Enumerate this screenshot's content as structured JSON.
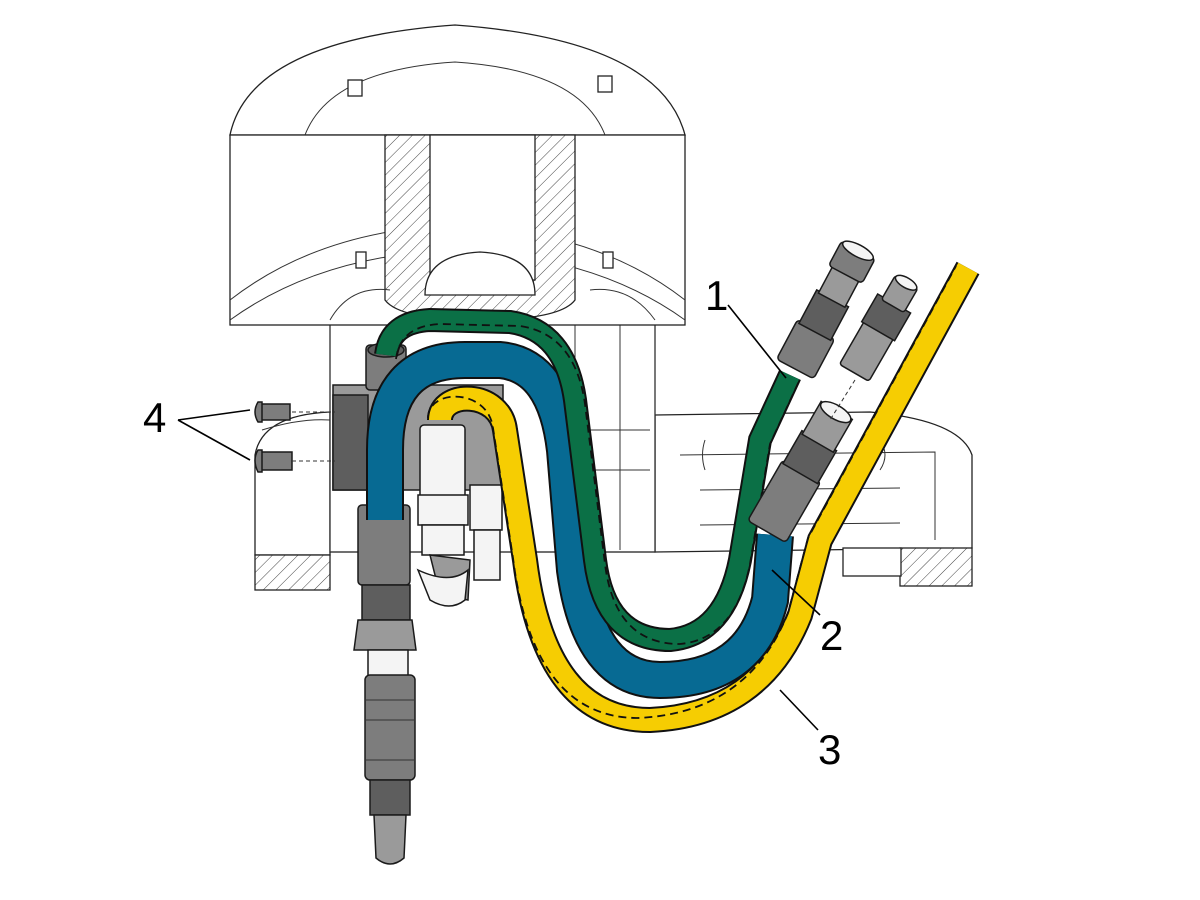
{
  "callouts": [
    {
      "id": "1",
      "label": "1"
    },
    {
      "id": "2",
      "label": "2"
    },
    {
      "id": "3",
      "label": "3"
    },
    {
      "id": "4",
      "label": "4"
    }
  ],
  "hoses": {
    "hose_1_color": "#0b7046",
    "hose_2_color": "#076a93",
    "hose_3_color": "#f6cd02"
  }
}
